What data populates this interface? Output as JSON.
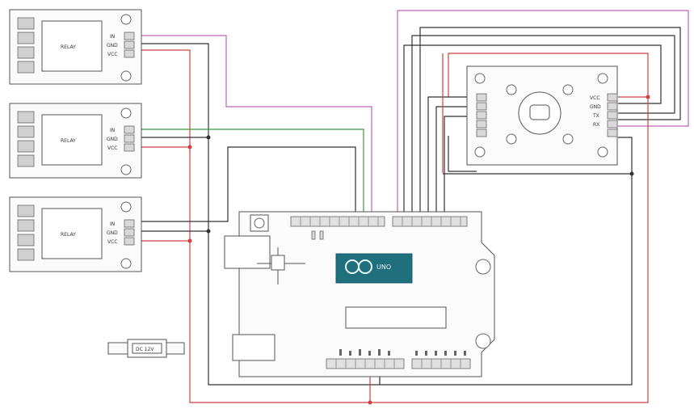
{
  "diagram": {
    "relays": [
      {
        "label": "RELAY",
        "pins": [
          "IN",
          "GND",
          "VCC"
        ]
      },
      {
        "label": "RELAY",
        "pins": [
          "IN",
          "GND",
          "VCC"
        ]
      },
      {
        "label": "RELAY",
        "pins": [
          "IN",
          "GND",
          "VCC"
        ]
      }
    ],
    "sensor": {
      "pins": [
        "VCC",
        "GND",
        "TX",
        "RX"
      ]
    },
    "arduino": {
      "logo_text": "UNO"
    },
    "adapter_label": "DC 12V",
    "colors": {
      "wire_red": "#d04040",
      "wire_black": "#333333",
      "wire_magenta": "#c060c0",
      "wire_green": "#3c9a3c",
      "wire_gray": "#777777",
      "arduino_logo": "#1f6f7c"
    }
  }
}
